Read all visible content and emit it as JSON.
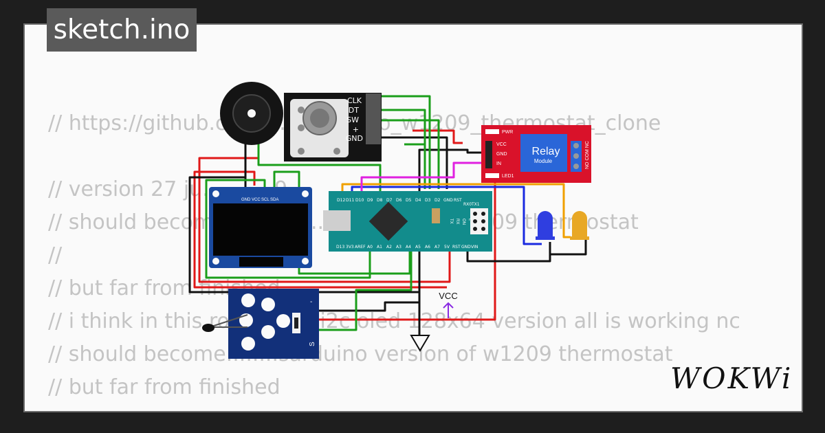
{
  "header": {
    "filename": "sketch.ino"
  },
  "code_lines": [
    "// https://github.com/.........rduino_w1209_thermostat_clone",
    "",
    "// version 27 ju...........9",
    "// should become.......a.........................w1209 thermostat",
    "//",
    "// but far from finished",
    "// i think in this ro.......ode.i2c oled 128x64 version all is working nc",
    "// should become........sarduino version of w1209 thermostat",
    "// but far from finished",
    "// ........................"
  ],
  "encoder": {
    "pins": [
      "CLK",
      "DT",
      "SW",
      "+",
      "GND"
    ]
  },
  "relay": {
    "title": "Relay",
    "subtitle": "Module",
    "pins": [
      "PWR",
      "VCC",
      "GND",
      "IN",
      "LED1"
    ],
    "terminals": "NO COM NC"
  },
  "oled": {
    "pins": [
      "GND",
      "VCC",
      "SCL",
      "SDA"
    ]
  },
  "nano": {
    "top_pins": [
      "D12",
      "D11",
      "D10",
      "D9",
      "D8",
      "D7",
      "D6",
      "D5",
      "D4",
      "D3",
      "D2",
      "GND",
      "RST",
      "RX0",
      "TX1"
    ],
    "bottom_pins": [
      "D13",
      "3V3",
      "AREF",
      "A0",
      "A1",
      "A2",
      "A3",
      "A4",
      "A5",
      "A6",
      "A7",
      "5V",
      "RST",
      "GND",
      "VIN"
    ],
    "side_labels": [
      "TX",
      "RX",
      "ON",
      "L"
    ]
  },
  "ntc": {
    "pins": [
      "-",
      "",
      "S"
    ]
  },
  "vcc_label": "VCC",
  "brand": "WOKWi",
  "colors": {
    "led_blue": "#2f3ee0",
    "led_yellow": "#e8a825",
    "relay_red": "#d9122a",
    "nano_teal": "#128c8c",
    "oled_blue": "#1a4aa0"
  }
}
